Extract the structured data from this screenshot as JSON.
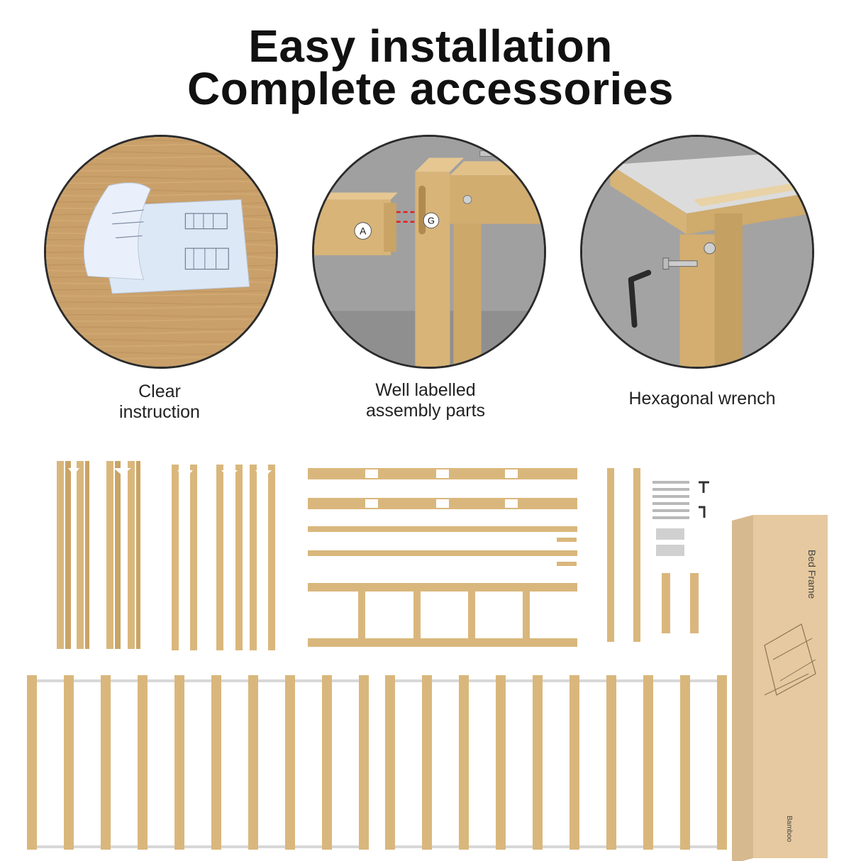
{
  "headline": {
    "line1": "Easy installation",
    "line2": "Complete accessories"
  },
  "features": [
    {
      "caption_line1": "Clear",
      "caption_line2": "instruction",
      "icon": "instruction-booklet"
    },
    {
      "caption_line1": "Well labelled",
      "caption_line2": "assembly parts",
      "icon": "labelled-joint"
    },
    {
      "caption_line1": "Hexagonal wrench",
      "caption_line2": "",
      "icon": "hex-wrench"
    }
  ],
  "labels": {
    "part_a": "A",
    "part_g": "G",
    "box_text": "Bed Frame",
    "box_brand": "Bamboo"
  },
  "colors": {
    "bamboo": "#d9b77c",
    "bamboo_dark": "#b99558",
    "box": "#e6c9a0",
    "wood_bg": "#c9a16b",
    "grey_bg": "#9d9d9d"
  }
}
